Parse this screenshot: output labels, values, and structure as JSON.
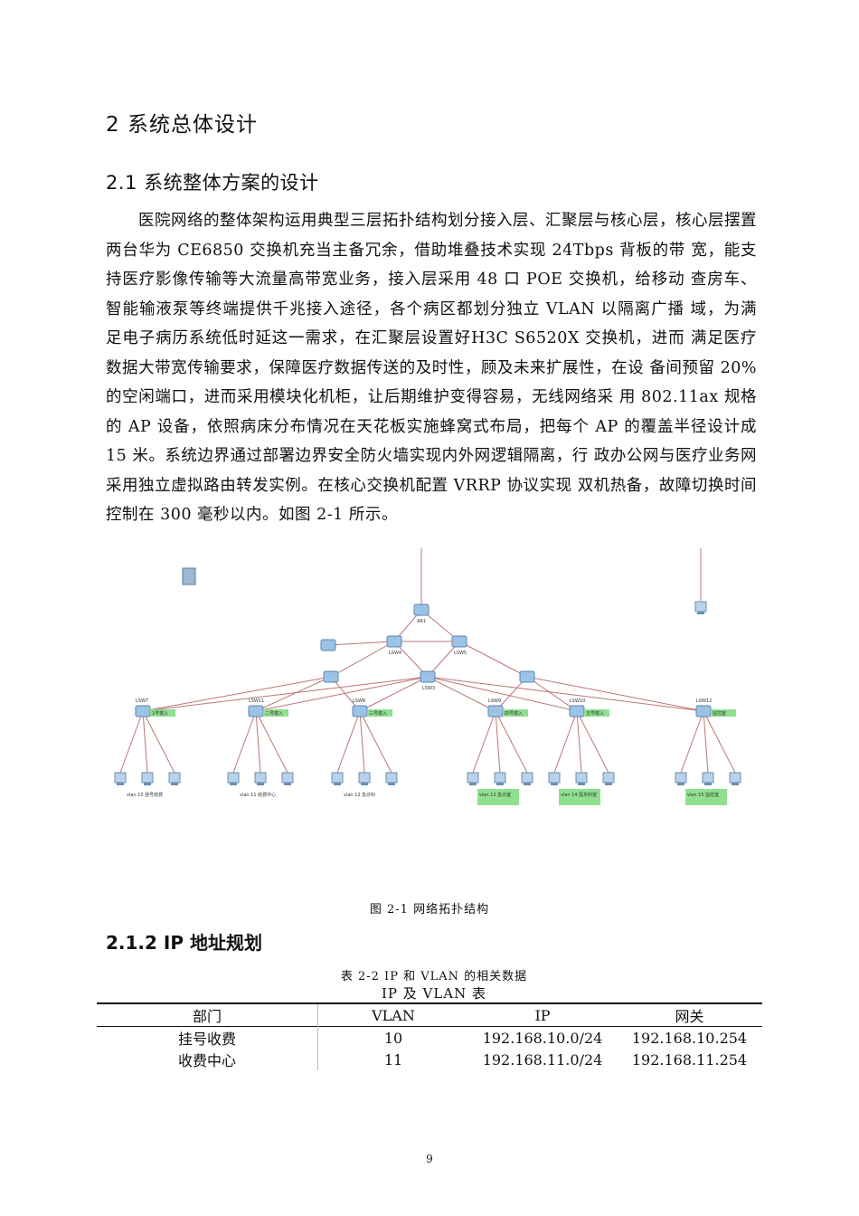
{
  "section": {
    "title": "2 系统总体设计"
  },
  "subsection": {
    "title": "2.1 系统整体方案的设计"
  },
  "paragraph": "医院网络的整体架构运用典型三层拓扑结构划分接入层、汇聚层与核心层，核心层摆置两台华为 CE6850 交换机充当主备冗余，借助堆叠技术实现 24Tbps 背板的带 宽，能支持医疗影像传输等大流量高带宽业务，接入层采用 48 口 POE 交换机，给移动 查房车、智能输液泵等终端提供千兆接入途径，各个病区都划分独立 VLAN 以隔离广播 域，为满足电子病历系统低时延这一需求，在汇聚层设置好H3C S6520X 交换机，进而 满足医疗数据大带宽传输要求，保障医疗数据传送的及时性，顾及未来扩展性，在设 备间预留 20%的空闲端口，进而采用模块化机柜，让后期维护变得容易，无线网络采 用 802.11ax 规格的 AP 设备，依照病床分布情况在天花板实施蜂窝式布局，把每个 AP 的覆盖半径设计成 15 米。系统边界通过部署边界安全防火墙实现内外网逻辑隔离，行 政办公网与医疗业务网采用独立虚拟路由转发实例。在核心交换机配置 VRRP 协议实现 双机热备，故障切换时间控制在 300 毫秒以内。如图 2-1 所示。",
  "figure": {
    "caption": "图 2-1 网络拓扑结构",
    "access_switches": [
      {
        "label": "LSW7",
        "tag": "1号楼入"
      },
      {
        "label": "LSW11",
        "tag": "二号楼入"
      },
      {
        "label": "LSW8",
        "tag": "三号楼入"
      },
      {
        "label": "LSW9",
        "tag": "四号楼入"
      },
      {
        "label": "LSW10",
        "tag": "五号楼入"
      },
      {
        "label": "LSW12",
        "tag": "监控室"
      }
    ],
    "vlan_boxes": [
      {
        "text": "vlan 10 挂号收费",
        "green": false
      },
      {
        "text": "vlan 11 收费中心",
        "green": false
      },
      {
        "text": "vlan 12 急诊科",
        "green": false
      },
      {
        "text": "vlan 13 急诊室",
        "green": true
      },
      {
        "text": "vlan 14 医务科室",
        "green": true
      },
      {
        "text": "vlan 15 监控室",
        "green": true
      }
    ],
    "core_labels": {
      "ar": "AR1",
      "lsw_left": "LSW4",
      "lsw_right": "LSW5",
      "lsw_mid": "LSW3"
    }
  },
  "section2": {
    "title": "2.1.2 IP 地址规划"
  },
  "table": {
    "caption": "表 2-2 IP 和 VLAN 的相关数据",
    "title": "IP 及 VLAN 表",
    "headers": [
      "部门",
      "VLAN",
      "IP",
      "网关"
    ],
    "rows": [
      [
        "挂号收费",
        "10",
        "192.168.10.0/24",
        "192.168.10.254"
      ],
      [
        "收费中心",
        "11",
        "192.168.11.0/24",
        "192.168.11.254"
      ]
    ]
  },
  "page_number": "9"
}
